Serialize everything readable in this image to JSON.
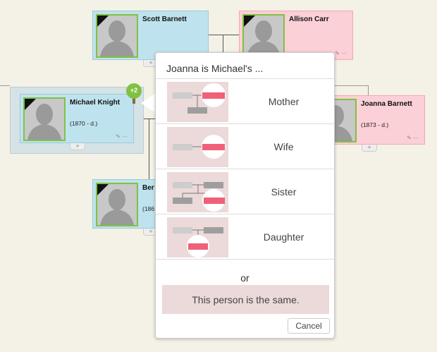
{
  "tree": {
    "people": {
      "scott": {
        "name": "Scott Barnett",
        "dates": ""
      },
      "allison": {
        "name": "Allison Carr",
        "dates": ""
      },
      "michael": {
        "name": "Michael Knight",
        "dates": "(1870 - d.)"
      },
      "joanna": {
        "name": "Joanna Barnett",
        "dates": "(1873 - d.)"
      },
      "ben": {
        "name": "Ber",
        "dates": "(186"
      }
    },
    "more_badge": "+2",
    "add_symbol": "+"
  },
  "popup": {
    "title": "Joanna is Michael's ...",
    "options": [
      {
        "label": "Mother"
      },
      {
        "label": "Wife"
      },
      {
        "label": "Sister"
      },
      {
        "label": "Daughter"
      }
    ],
    "or_label": "or",
    "same_label": "This person is the same.",
    "cancel_label": "Cancel"
  },
  "colors": {
    "male_card": "#bfe3ee",
    "female_card": "#fbd0d6",
    "highlight": "#f06078",
    "photo_border": "#7fc241"
  },
  "icons": [
    "silhouette-icon",
    "mourning-ribbon-icon",
    "pencil-icon",
    "tree-icon",
    "add-icon"
  ]
}
